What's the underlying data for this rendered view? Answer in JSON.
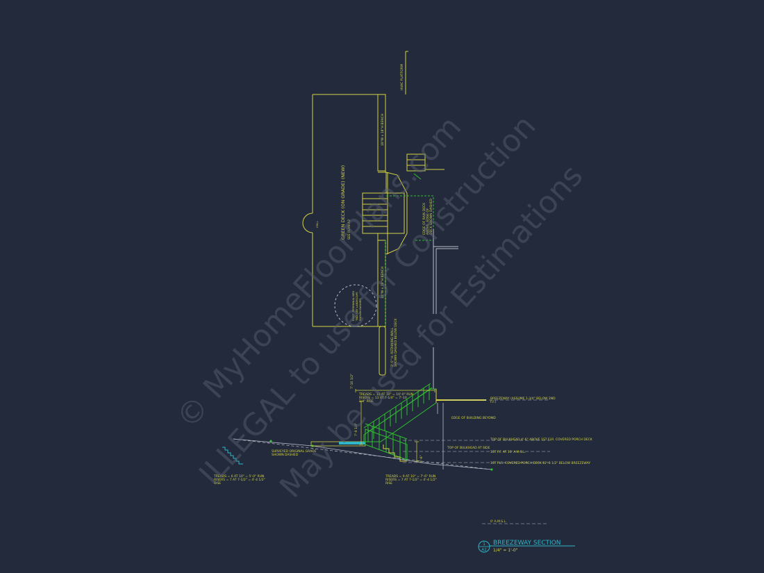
{
  "plan": {
    "hvac_platform": "HVAC PLATFORM",
    "deck_title": "GREEN DECK (ON GRADE) (NEW)",
    "deck_note": "SEE PLAN A2",
    "bench_top": "18\"W x 18\"H BENCH",
    "bench_bottom": "18\"W x 18\"H BENCH",
    "grill_tag": "GRILL",
    "edge_note_1": "EDGE OF RAIN DECK",
    "edge_note_2": "ABOVE. EDGE OF",
    "edge_note_3": "DECK SHOWN DASHED",
    "tree_note_1": "EXIST. PERENNIAL BED",
    "tree_note_2": "TBD. SEE LANDSCAPE",
    "tree_note_3": "SHOWN DASHED",
    "wall_note_1": "2'-0\" H. RETAINING WALL",
    "wall_note_2": "SHOWN DASHED BELOW DECK"
  },
  "section": {
    "top_dim": "7'-10 1/2\"",
    "treads_upper_1": "TREADS = 12 AT 10\" = 10'-0\" RUN",
    "treads_upper_2": "RISERS = 13 AT 7-1/4\" = 7'-10",
    "treads_upper_3": "1/4\" RISE",
    "side_dim_1": "7'-9 1/4\"",
    "side_dim_2": "4'-6\"",
    "breezeway_note_1": "BREEZEWAY (ASSUME 1-3/4\" BELOW 2ND",
    "breezeway_note_2": "F.F.)",
    "edge_of_building": "EDGE OF BUILDING BEYOND",
    "bulkhead_note": "TOP OF BULKHEAD 4'-6\" ABOVE 1ST FLR. COVERED PORCH DECK",
    "bulkhead_side": "TOP OF BULKHEAD AT SIDE",
    "first_ff": "1ST F.F. AT 13' A.M.S.L.",
    "porch_deck": "1ST FLR. COVERED PORCH DECK 12'-3 1/2\" BELOW BREEZEWAY",
    "grade_note_1": "SURVEYED ORIGINAL GRADE",
    "grade_note_2": "SHOWN DASHED",
    "treads_left_1": "TREADS = 6 AT 10\" = 5'-0\" RUN",
    "treads_left_2": "RISERS = 7 AT 7-1/2\" = 4'-4 1/2\"",
    "treads_left_3": "RISE",
    "treads_mid_1": "TREADS = 9 AT 10\" = 7'-6\" RUN",
    "treads_mid_2": "RISERS = 7 AT 7-1/2\" = 4'-4 1/2\"",
    "treads_mid_3": "RISE",
    "amsl": "0' A.M.S.L."
  },
  "title_block": {
    "number": "1",
    "sheet": "A2",
    "title": "BREEZEWAY SECTION",
    "scale": "1/4\" = 1'-0\""
  },
  "watermark": {
    "line1": "© MyHomeFloorPlans.com",
    "line2": "ILLEGAL to use for Construction",
    "line3": "May be used for Estimations"
  },
  "colors": {
    "background": "#232a3c",
    "yellow_lines": "#d4d442",
    "green_lines": "#2fc02f",
    "white_lines": "#b9bec8",
    "title_cyan": "#2fb6c9"
  }
}
